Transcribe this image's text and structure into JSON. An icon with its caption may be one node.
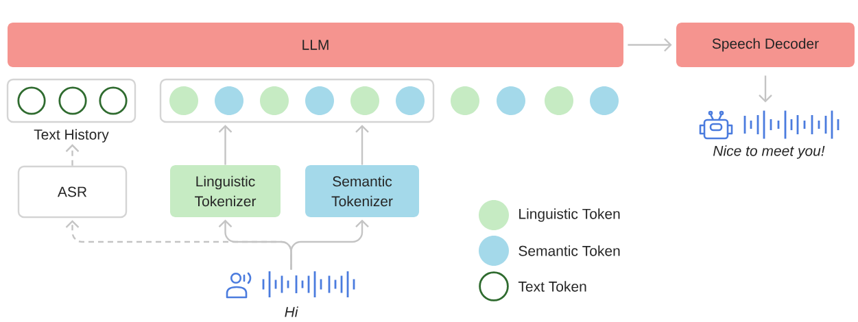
{
  "diagram": {
    "nodes": [
      {
        "text": [
          "LLM"
        ]
      },
      {
        "text": [
          "Speech Decoder"
        ]
      },
      {
        "text": [
          "Text History"
        ]
      },
      {
        "text": [],
        "shape": "box"
      },
      {
        "text": [
          "ASR"
        ]
      },
      {
        "text": [
          "Linguistic Tokenizer"
        ]
      },
      {
        "text": [
          "Semantic Tokenizer"
        ]
      },
      {
        "text": [],
        "shape": "picture",
        "beside": [
          "Hi"
        ]
      },
      {
        "text": [],
        "shape": "picture",
        "beside": [
          "Nice to meet you!"
        ]
      }
    ],
    "edges": [
      {
        "from": 0,
        "to": 1,
        "arrow": "to"
      },
      {
        "from": 1,
        "to": 8,
        "arrow": "to"
      },
      {
        "from": 5,
        "to": 3,
        "arrow": "to"
      },
      {
        "from": 6,
        "to": 3,
        "arrow": "to"
      },
      {
        "from": 4,
        "to": 2,
        "arrow": "to",
        "style": "dashed"
      },
      {
        "from": 7,
        "to": 4,
        "arrow": "to",
        "style": "dashed"
      },
      {
        "from": 7,
        "to": 5,
        "arrow": "to"
      },
      {
        "from": 7,
        "to": 6,
        "arrow": "to"
      }
    ],
    "legend": [
      {
        "text": "Linguistic Token",
        "color": "#c6ebc3"
      },
      {
        "text": "Semantic Token",
        "color": "#a4d9ea"
      },
      {
        "text": "Text Token"
      }
    ]
  }
}
